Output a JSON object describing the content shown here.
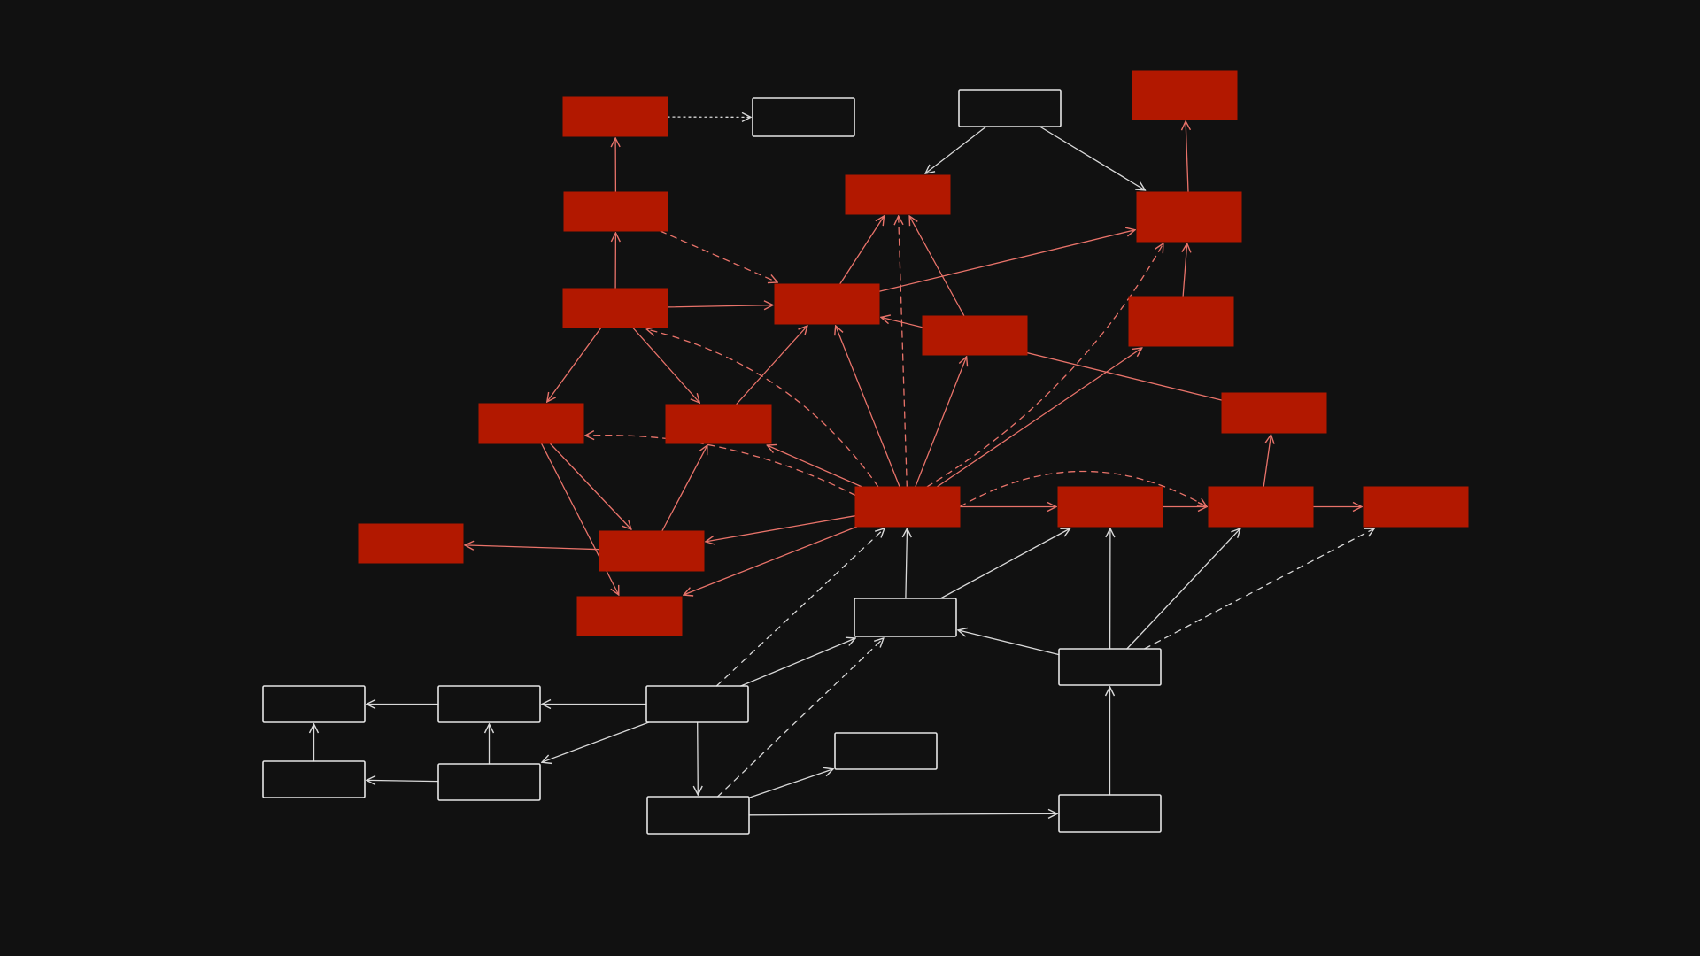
{
  "colors": {
    "background": "#111111",
    "active_fill": "#b21800",
    "active_edge": "#e9736a",
    "inactive_stroke": "#e6e6e6",
    "inactive_edge": "#d9d9d9"
  },
  "nodes": [
    {
      "id": "r1",
      "style": "filled"
    },
    {
      "id": "w1",
      "style": "outline"
    },
    {
      "id": "w2",
      "style": "outline"
    },
    {
      "id": "r2",
      "style": "filled"
    },
    {
      "id": "r3",
      "style": "filled"
    },
    {
      "id": "r4",
      "style": "filled"
    },
    {
      "id": "r5",
      "style": "filled"
    },
    {
      "id": "r6",
      "style": "filled"
    },
    {
      "id": "r7",
      "style": "filled"
    },
    {
      "id": "r8",
      "style": "filled"
    },
    {
      "id": "r9",
      "style": "filled"
    },
    {
      "id": "r10",
      "style": "filled"
    },
    {
      "id": "r11",
      "style": "filled"
    },
    {
      "id": "r12",
      "style": "filled"
    },
    {
      "id": "r13",
      "style": "filled"
    },
    {
      "id": "r14",
      "style": "filled"
    },
    {
      "id": "r15",
      "style": "filled"
    },
    {
      "id": "r16",
      "style": "filled"
    },
    {
      "id": "r17",
      "style": "filled"
    },
    {
      "id": "r18",
      "style": "filled"
    },
    {
      "id": "r19",
      "style": "filled"
    },
    {
      "id": "w3",
      "style": "outline"
    },
    {
      "id": "w4",
      "style": "outline"
    },
    {
      "id": "w5",
      "style": "outline"
    },
    {
      "id": "w6",
      "style": "outline"
    },
    {
      "id": "w7",
      "style": "outline"
    },
    {
      "id": "w8",
      "style": "outline"
    },
    {
      "id": "w9",
      "style": "outline"
    },
    {
      "id": "w10",
      "style": "outline"
    },
    {
      "id": "w11",
      "style": "outline"
    },
    {
      "id": "w12",
      "style": "outline"
    }
  ],
  "edges": [
    {
      "from": "r3",
      "to": "r1",
      "kind": "active",
      "line": "solid"
    },
    {
      "from": "r1",
      "to": "w1",
      "kind": "inactive",
      "line": "dotted"
    },
    {
      "from": "r6",
      "to": "r3",
      "kind": "active",
      "line": "solid"
    },
    {
      "from": "r3",
      "to": "r7",
      "kind": "active",
      "line": "dashed"
    },
    {
      "from": "r6",
      "to": "r7",
      "kind": "active",
      "line": "solid"
    },
    {
      "from": "w2",
      "to": "r4",
      "kind": "inactive",
      "line": "solid"
    },
    {
      "from": "w2",
      "to": "r5",
      "kind": "inactive",
      "line": "solid"
    },
    {
      "from": "r5",
      "to": "r2",
      "kind": "active",
      "line": "solid"
    },
    {
      "from": "r7",
      "to": "r4",
      "kind": "active",
      "line": "solid"
    },
    {
      "from": "r7",
      "to": "r5",
      "kind": "active",
      "line": "solid"
    },
    {
      "from": "r8",
      "to": "r4",
      "kind": "active",
      "line": "solid"
    },
    {
      "from": "r9",
      "to": "r5",
      "kind": "active",
      "line": "solid"
    },
    {
      "from": "r6",
      "to": "r11",
      "kind": "active",
      "line": "solid"
    },
    {
      "from": "r6",
      "to": "r12",
      "kind": "active",
      "line": "solid"
    },
    {
      "from": "r10",
      "to": "r7",
      "kind": "active",
      "line": "solid"
    },
    {
      "from": "r12",
      "to": "r7",
      "kind": "active",
      "line": "solid"
    },
    {
      "from": "r11",
      "to": "r15",
      "kind": "active",
      "line": "solid"
    },
    {
      "from": "r11",
      "to": "r17",
      "kind": "active",
      "line": "solid"
    },
    {
      "from": "r15",
      "to": "r12",
      "kind": "active",
      "line": "solid"
    },
    {
      "from": "r15",
      "to": "r16",
      "kind": "active",
      "line": "solid"
    },
    {
      "from": "r13",
      "to": "r15",
      "kind": "active",
      "line": "solid"
    },
    {
      "from": "r13",
      "to": "r17",
      "kind": "active",
      "line": "solid"
    },
    {
      "from": "r13",
      "to": "r12",
      "kind": "active",
      "line": "solid"
    },
    {
      "from": "r13",
      "to": "r7",
      "kind": "active",
      "line": "solid"
    },
    {
      "from": "r13",
      "to": "r8",
      "kind": "active",
      "line": "solid"
    },
    {
      "from": "r13",
      "to": "r9",
      "kind": "active",
      "line": "solid"
    },
    {
      "from": "r13",
      "to": "r4",
      "kind": "active",
      "line": "dashed"
    },
    {
      "from": "r13",
      "to": "r5",
      "kind": "active",
      "line": "dashed"
    },
    {
      "from": "r13",
      "to": "r6",
      "kind": "active",
      "line": "dashed"
    },
    {
      "from": "r13",
      "to": "r11",
      "kind": "active",
      "line": "dashed"
    },
    {
      "from": "r13",
      "to": "r14",
      "kind": "active",
      "line": "solid"
    },
    {
      "from": "r13",
      "to": "r18",
      "kind": "active",
      "line": "dashed"
    },
    {
      "from": "r14",
      "to": "r18",
      "kind": "active",
      "line": "solid"
    },
    {
      "from": "r18",
      "to": "r19",
      "kind": "active",
      "line": "solid"
    },
    {
      "from": "r18",
      "to": "r10",
      "kind": "active",
      "line": "solid"
    },
    {
      "from": "w3",
      "to": "r13",
      "kind": "inactive",
      "line": "solid"
    },
    {
      "from": "w3",
      "to": "r14",
      "kind": "inactive",
      "line": "solid"
    },
    {
      "from": "w6",
      "to": "w3",
      "kind": "inactive",
      "line": "solid"
    },
    {
      "from": "w6",
      "to": "r13",
      "kind": "inactive",
      "line": "dashed"
    },
    {
      "from": "w7",
      "to": "w3",
      "kind": "inactive",
      "line": "solid"
    },
    {
      "from": "w7",
      "to": "r14",
      "kind": "inactive",
      "line": "solid"
    },
    {
      "from": "w7",
      "to": "r18",
      "kind": "inactive",
      "line": "solid"
    },
    {
      "from": "w7",
      "to": "r19",
      "kind": "inactive",
      "line": "dashed"
    },
    {
      "from": "w6",
      "to": "w5",
      "kind": "inactive",
      "line": "solid"
    },
    {
      "from": "w6",
      "to": "w9",
      "kind": "inactive",
      "line": "solid"
    },
    {
      "from": "w5",
      "to": "w4",
      "kind": "inactive",
      "line": "solid"
    },
    {
      "from": "w9",
      "to": "w8",
      "kind": "inactive",
      "line": "solid"
    },
    {
      "from": "w8",
      "to": "w4",
      "kind": "inactive",
      "line": "solid"
    },
    {
      "from": "w9",
      "to": "w5",
      "kind": "inactive",
      "line": "solid"
    },
    {
      "from": "w6",
      "to": "w11",
      "kind": "inactive",
      "line": "solid"
    },
    {
      "from": "w11",
      "to": "w10",
      "kind": "inactive",
      "line": "solid"
    },
    {
      "from": "w11",
      "to": "w3",
      "kind": "inactive",
      "line": "dashed"
    },
    {
      "from": "w11",
      "to": "w12",
      "kind": "inactive",
      "line": "solid"
    },
    {
      "from": "w12",
      "to": "w7",
      "kind": "inactive",
      "line": "solid"
    }
  ]
}
